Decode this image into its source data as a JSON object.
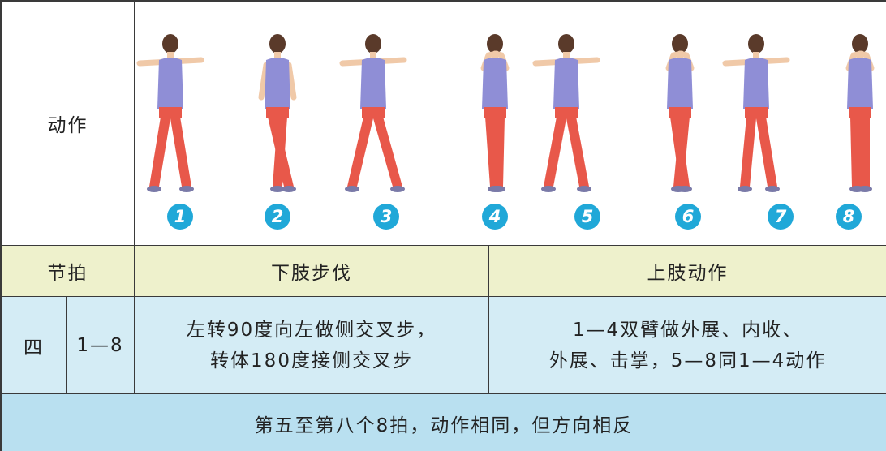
{
  "action_label": "动作",
  "figures": [
    {
      "number": "1"
    },
    {
      "number": "2"
    },
    {
      "number": "3"
    },
    {
      "number": "4"
    },
    {
      "number": "5"
    },
    {
      "number": "6"
    },
    {
      "number": "7"
    },
    {
      "number": "8"
    }
  ],
  "header": {
    "beat": "节拍",
    "lower_limbs": "下肢步伐",
    "upper_limbs": "上肢动作"
  },
  "row": {
    "section": "四",
    "beats": "1—8",
    "lower_line1": "左转90度向左做侧交叉步，",
    "lower_line2": "转体180度接侧交叉步",
    "upper_line1": "1—4双臂做外展、内收、",
    "upper_line2": "外展、击掌，5—8同1—4动作"
  },
  "footer": "第五至第八个8拍，动作相同，但方向相反",
  "colors": {
    "header_bg": "#eef1cc",
    "data_bg": "#d4ecf5",
    "footer_bg": "#b9e0f0",
    "number_badge": "#20a8d8",
    "shirt": "#8f8ed6",
    "pants": "#e8584a"
  }
}
